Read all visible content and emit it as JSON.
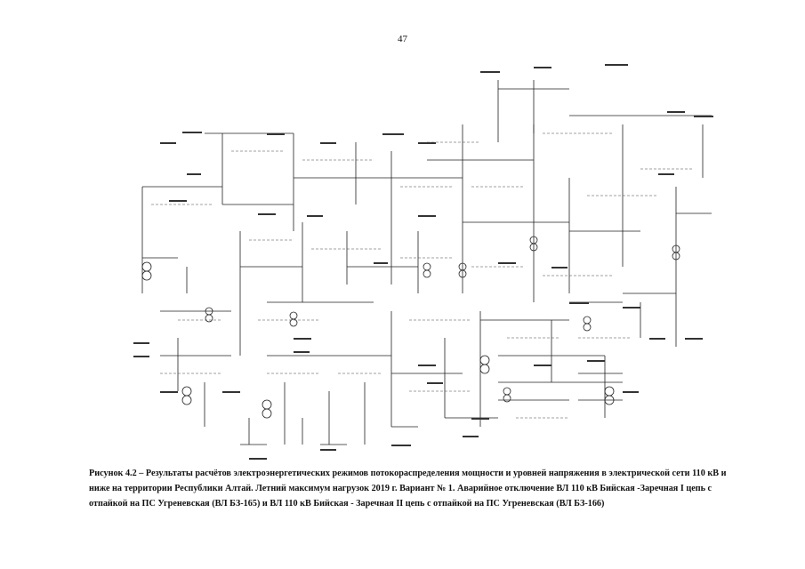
{
  "page": {
    "number": "47"
  },
  "figure": {
    "caption_line1": "Рисунок 4.2 – Результаты расчётов электроэнергетических режимов потокораспределения мощности и уровней напряжения в электрической сети 110",
    "caption_line2": "кВ и ниже на территории Республики Алтай. Летний максимум нагрузок 2019 г. Вариант № 1. Аварийное отключение ВЛ 110 кВ Бийская -Заречная I цепь с",
    "caption_line3": "отпайкой на ПС Угреневская (ВЛ БЗ-165) и ВЛ 110 кВ Бийская - Заречная II цепь  с отпайкой на ПС Угреневская (ВЛ БЗ-166)"
  }
}
